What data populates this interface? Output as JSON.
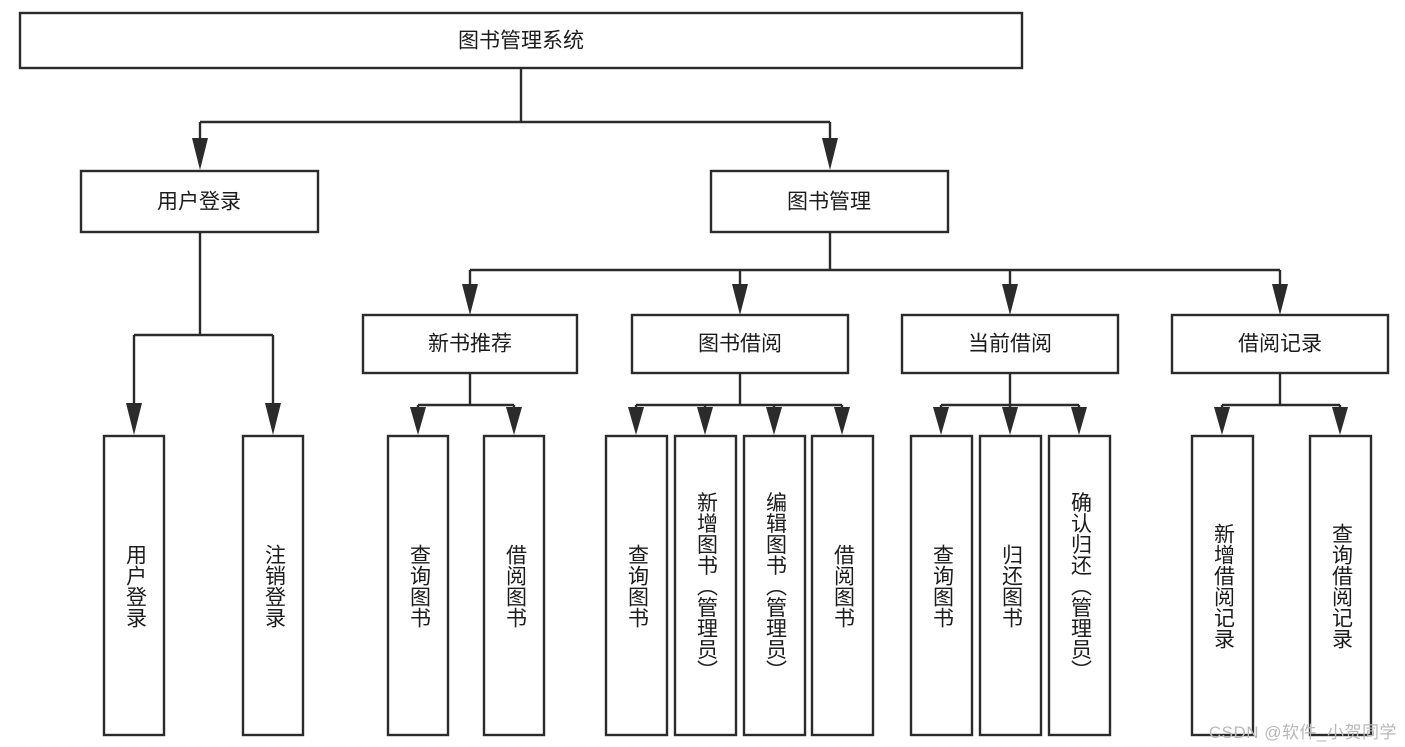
{
  "diagram": {
    "title": "图书管理系统",
    "watermark": "CSDN @软件_小贺同学",
    "root": {
      "label": "图书管理系统"
    },
    "level2": [
      {
        "label": "用户登录"
      },
      {
        "label": "图书管理"
      }
    ],
    "level3": [
      {
        "label": "新书推荐"
      },
      {
        "label": "图书借阅"
      },
      {
        "label": "当前借阅"
      },
      {
        "label": "借阅记录"
      }
    ],
    "leaves": {
      "user_login": [
        {
          "label": "用户登录"
        },
        {
          "label": "注销登录"
        }
      ],
      "new_book_recommend": [
        {
          "label": "查询图书"
        },
        {
          "label": "借阅图书"
        }
      ],
      "book_borrow": [
        {
          "label": "查询图书"
        },
        {
          "label": "新增图书（管理员）"
        },
        {
          "label": "编辑图书（管理员）"
        },
        {
          "label": "借阅图书"
        }
      ],
      "current_borrow": [
        {
          "label": "查询图书"
        },
        {
          "label": "归还图书"
        },
        {
          "label": "确认归还（管理员）"
        }
      ],
      "borrow_record": [
        {
          "label": "新增借阅记录"
        },
        {
          "label": "查询借阅记录"
        }
      ]
    },
    "colors": {
      "stroke": "#2b2b2b",
      "fill": "#ffffff",
      "text": "#1c1c1c",
      "watermark": "#b9b9b9",
      "background": "#ffffff"
    }
  }
}
